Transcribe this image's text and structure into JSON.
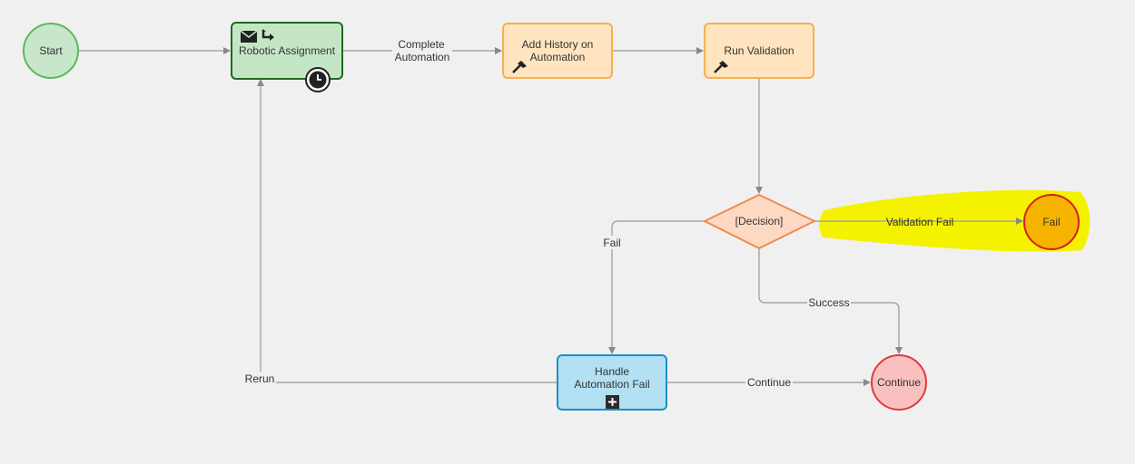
{
  "nodes": {
    "start": "Start",
    "robotic": "Robotic Assignment",
    "add_history": "Add History on Automation",
    "run_validation": "Run Validation",
    "decision": "[Decision]",
    "fail_end": "Fail",
    "handle_fail": "Handle Automation Fail",
    "continue_end": "Continue"
  },
  "edges": {
    "complete_automation": [
      "Complete",
      "Automation"
    ],
    "validation_fail": "Validation Fail",
    "fail": "Fail",
    "success": "Success",
    "continue": "Continue",
    "rerun": "Rerun"
  },
  "icons": {
    "robotic": [
      "envelope-icon",
      "route-icon",
      "timer-icon"
    ],
    "add_history": "hammer-icon",
    "run_validation": "hammer-icon",
    "handle_fail": "plus-icon"
  },
  "highlight": {
    "fail_end": "#f5f200"
  },
  "colors": {
    "start_fill": "#c8e6c9",
    "start_stroke": "#5cb85c",
    "task_fill": "#ffe4bf",
    "task_stroke": "#f5b24c",
    "robotic_fill": "#c5e6c5",
    "robotic_stroke": "#1e6b1e",
    "decision_fill": "#fdd9c3",
    "decision_stroke": "#f08a4b",
    "sub_fill": "#b3e0f2",
    "sub_stroke": "#1d8fc4",
    "end_fill": "#f9c0c0",
    "end_stroke": "#e2383f",
    "fail_fill": "#f6b400",
    "fail_stroke": "#d62020",
    "edge": "#999999"
  }
}
